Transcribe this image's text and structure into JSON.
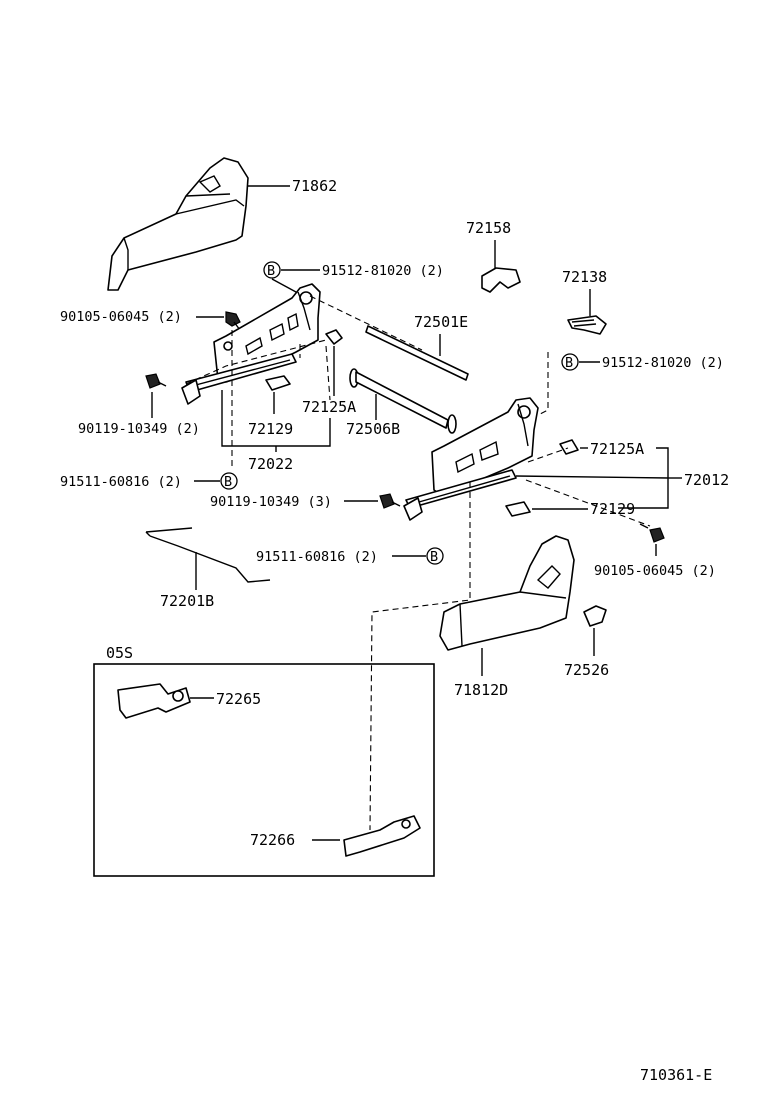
{
  "labels": {
    "p71862": "71862",
    "p72158": "72158",
    "p72138": "72138",
    "b1": "91512-81020 (2)",
    "b2": "91512-81020 (2)",
    "p90105a": "90105-06045 (2)",
    "p72501e": "72501E",
    "p90119a": "90119-10349 (2)",
    "p72129a": "72129",
    "p72125a_l": "72125A",
    "p72506b": "72506B",
    "p72022": "72022",
    "p72125a_r": "72125A",
    "p72012": "72012",
    "p91511a": "91511-60816 (2)",
    "p90119b": "90119-10349 (3)",
    "p72129b": "72129",
    "p90105b": "90105-06045 (2)",
    "p91511b": "91511-60816 (2)",
    "p72201b": "72201B",
    "p71812d": "71812D",
    "p72526": "72526",
    "box_title": "05S",
    "p72265": "72265",
    "p72266": "72266",
    "diagram_id": "710361-E"
  },
  "markers": {
    "b_letter": "B"
  }
}
